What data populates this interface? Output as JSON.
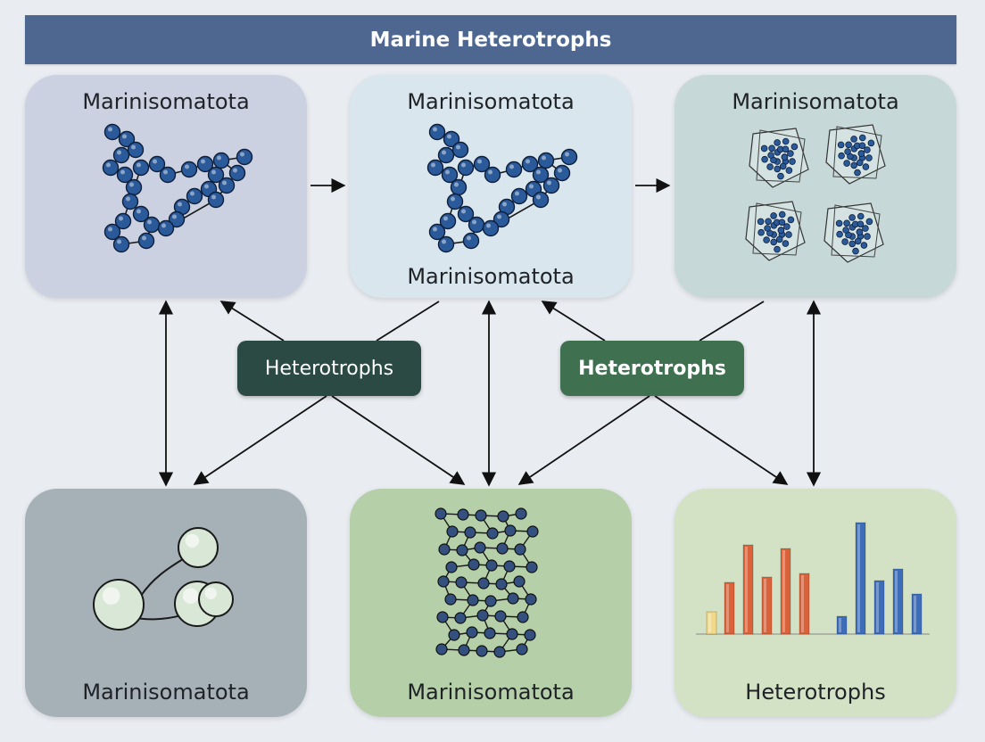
{
  "title": "Marine Heterotrophs",
  "panels": {
    "top_left": {
      "label": "Marinisomatota"
    },
    "top_middle": {
      "label_top": "Marinisomatota",
      "label_bottom": "Marinisomatota"
    },
    "top_right": {
      "label": "Marinisomatota"
    },
    "bottom_left": {
      "label": "Marinisomatota"
    },
    "bottom_middle": {
      "label": "Marinisomatota"
    },
    "bottom_right": {
      "label": "Heterotrophs"
    }
  },
  "hubs": {
    "left": {
      "label": "Heterotrophs"
    },
    "right": {
      "label": "Heterotrophs"
    }
  },
  "colors": {
    "title_bg": "#4d6791",
    "hub_left": "#2b4a44",
    "hub_right": "#3f7150",
    "bead": "#2b5a9a",
    "cell": "#d9e8d6",
    "bar_orange": "#d9623b",
    "bar_blue": "#3d6cb8",
    "bar_yellow": "#f1d98a"
  }
}
